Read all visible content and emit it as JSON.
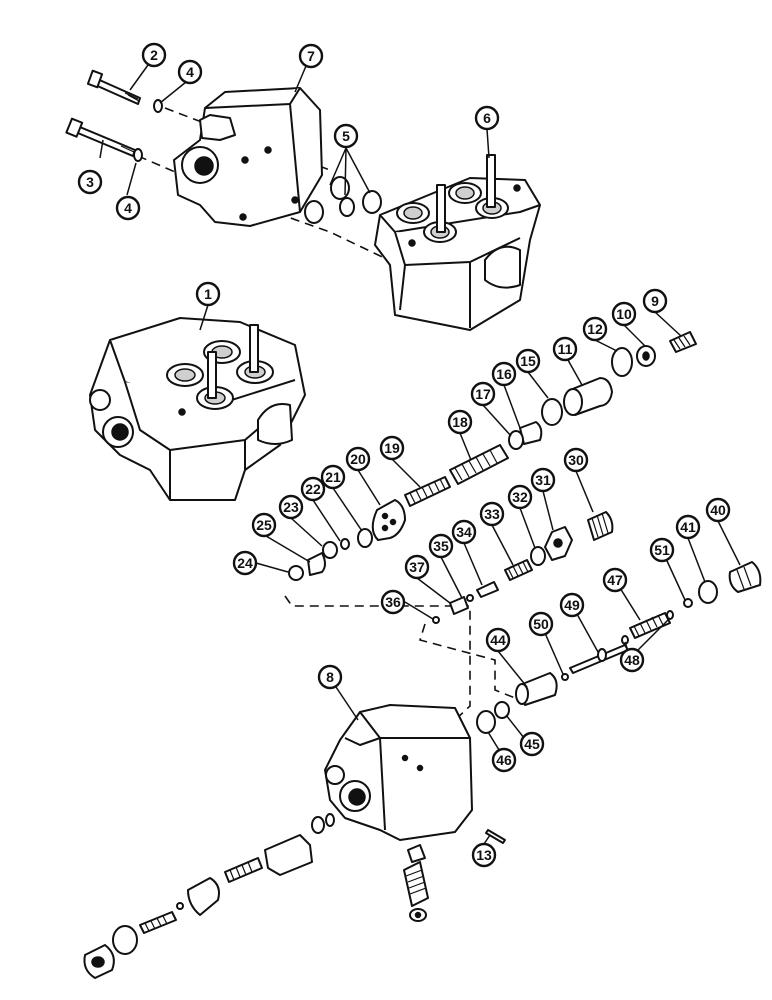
{
  "diagram": {
    "callouts": [
      {
        "id": "1",
        "label": "1"
      },
      {
        "id": "2",
        "label": "2"
      },
      {
        "id": "3",
        "label": "3"
      },
      {
        "id": "4a",
        "label": "4"
      },
      {
        "id": "4b",
        "label": "4"
      },
      {
        "id": "5",
        "label": "5"
      },
      {
        "id": "6",
        "label": "6"
      },
      {
        "id": "7",
        "label": "7"
      },
      {
        "id": "8",
        "label": "8"
      },
      {
        "id": "9",
        "label": "9"
      },
      {
        "id": "10",
        "label": "10"
      },
      {
        "id": "11",
        "label": "11"
      },
      {
        "id": "12",
        "label": "12"
      },
      {
        "id": "13",
        "label": "13"
      },
      {
        "id": "15",
        "label": "15"
      },
      {
        "id": "16",
        "label": "16"
      },
      {
        "id": "17",
        "label": "17"
      },
      {
        "id": "18",
        "label": "18"
      },
      {
        "id": "19",
        "label": "19"
      },
      {
        "id": "20",
        "label": "20"
      },
      {
        "id": "21",
        "label": "21"
      },
      {
        "id": "22",
        "label": "22"
      },
      {
        "id": "23",
        "label": "23"
      },
      {
        "id": "24",
        "label": "24"
      },
      {
        "id": "25",
        "label": "25"
      },
      {
        "id": "30",
        "label": "30"
      },
      {
        "id": "31",
        "label": "31"
      },
      {
        "id": "32",
        "label": "32"
      },
      {
        "id": "33",
        "label": "33"
      },
      {
        "id": "34",
        "label": "34"
      },
      {
        "id": "35",
        "label": "35"
      },
      {
        "id": "36",
        "label": "36"
      },
      {
        "id": "37",
        "label": "37"
      },
      {
        "id": "40",
        "label": "40"
      },
      {
        "id": "41",
        "label": "41"
      },
      {
        "id": "44",
        "label": "44"
      },
      {
        "id": "45",
        "label": "45"
      },
      {
        "id": "46",
        "label": "46"
      },
      {
        "id": "47",
        "label": "47"
      },
      {
        "id": "48",
        "label": "48"
      },
      {
        "id": "49",
        "label": "49"
      },
      {
        "id": "50",
        "label": "50"
      },
      {
        "id": "51",
        "label": "51"
      }
    ]
  }
}
